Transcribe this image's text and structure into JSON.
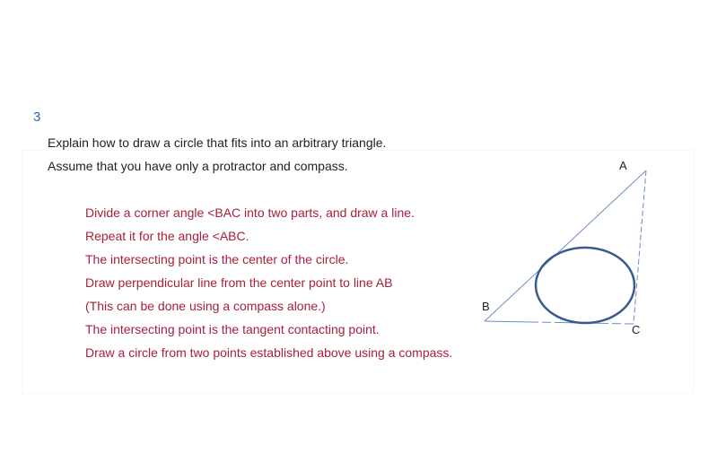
{
  "question_number": "3",
  "question_lines": [
    "Explain how to draw a circle that fits into an arbitrary triangle.",
    "Assume that you have only a protractor and compass."
  ],
  "answer_lines": [
    "Divide a corner angle <BAC into two parts, and draw a line.",
    "Repeat it for the angle <ABC.",
    "The intersecting point is the center of the circle.",
    "Draw perpendicular line from the center point to line AB",
    "(This can be done using a compass alone.)",
    "The intersecting point is the tangent contacting point.",
    "Draw a circle from two points established above using a compass."
  ],
  "diagram": {
    "vertex_labels": {
      "A": "A",
      "B": "B",
      "C": "C"
    },
    "colors": {
      "triangle_lines": "#6a8fc8",
      "circle": "#3a5a8c"
    }
  }
}
